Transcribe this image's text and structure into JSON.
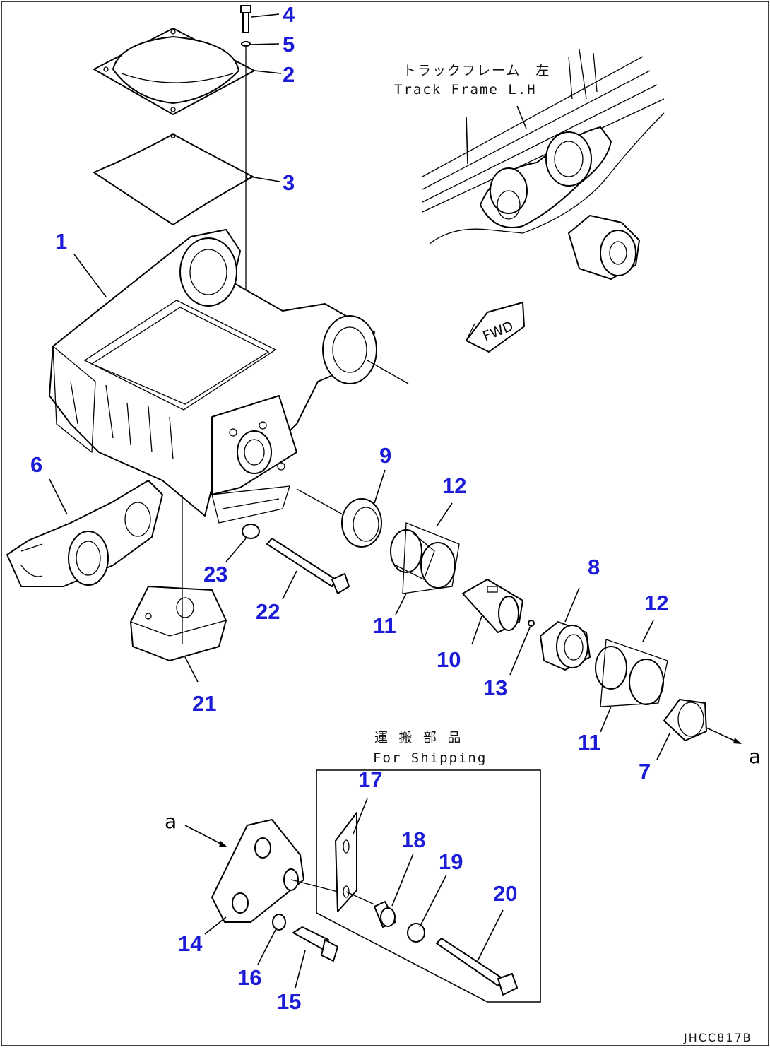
{
  "diagram": {
    "notes": {
      "track_frame_jp": "トラックフレーム　左",
      "track_frame_en": "Track Frame L.H",
      "fwd": "FWD",
      "shipping_jp": "運 搬 部 品",
      "shipping_en": "For Shipping",
      "arrow_mark": "a",
      "drawing_code": "JHCC817B"
    },
    "callouts": [
      {
        "id": "p4",
        "label": "4"
      },
      {
        "id": "p5",
        "label": "5"
      },
      {
        "id": "p2",
        "label": "2"
      },
      {
        "id": "p3",
        "label": "3"
      },
      {
        "id": "p1",
        "label": "1"
      },
      {
        "id": "p6",
        "label": "6"
      },
      {
        "id": "p9",
        "label": "9"
      },
      {
        "id": "p12a",
        "label": "12"
      },
      {
        "id": "p23",
        "label": "23"
      },
      {
        "id": "p22",
        "label": "22"
      },
      {
        "id": "p11a",
        "label": "11"
      },
      {
        "id": "p8",
        "label": "8"
      },
      {
        "id": "p12b",
        "label": "12"
      },
      {
        "id": "p10",
        "label": "10"
      },
      {
        "id": "p13",
        "label": "13"
      },
      {
        "id": "p21",
        "label": "21"
      },
      {
        "id": "p11b",
        "label": "11"
      },
      {
        "id": "p7",
        "label": "7"
      },
      {
        "id": "p17",
        "label": "17"
      },
      {
        "id": "p18",
        "label": "18"
      },
      {
        "id": "p19",
        "label": "19"
      },
      {
        "id": "p20",
        "label": "20"
      },
      {
        "id": "p14",
        "label": "14"
      },
      {
        "id": "p16",
        "label": "16"
      },
      {
        "id": "p15",
        "label": "15"
      }
    ]
  }
}
